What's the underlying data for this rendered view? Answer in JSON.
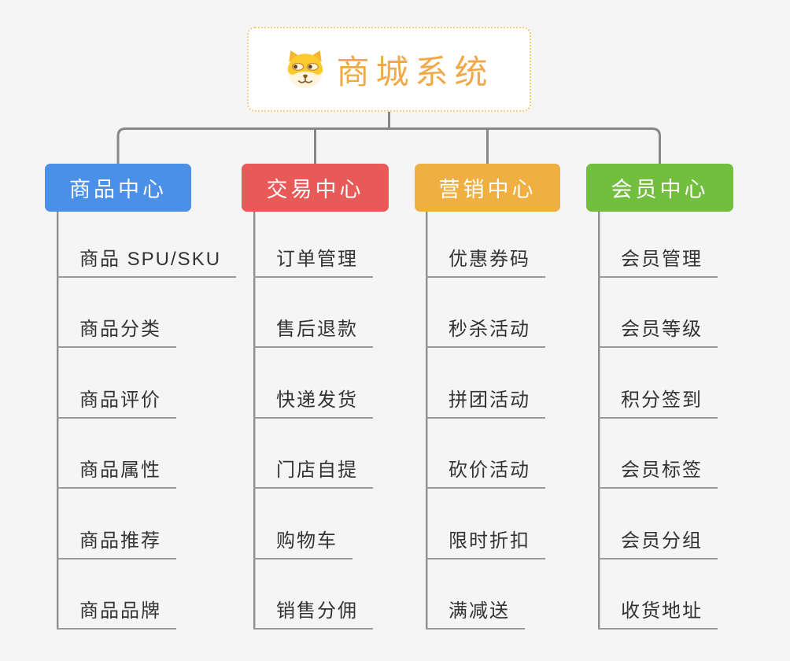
{
  "root": {
    "title": "商城系统",
    "icon": "shiba-dog-icon",
    "accent_color": "#F0A848",
    "border_color": "#F7CA7E"
  },
  "branches": [
    {
      "label": "商品中心",
      "color": "#4A90E8",
      "children": [
        "商品 SPU/SKU",
        "商品分类",
        "商品评价",
        "商品属性",
        "商品推荐",
        "商品品牌"
      ]
    },
    {
      "label": "交易中心",
      "color": "#E85A57",
      "children": [
        "订单管理",
        "售后退款",
        "快递发货",
        "门店自提",
        "购物车",
        "销售分佣"
      ]
    },
    {
      "label": "营销中心",
      "color": "#EFAF41",
      "children": [
        "优惠券码",
        "秒杀活动",
        "拼团活动",
        "砍价活动",
        "限时折扣",
        "满减送"
      ]
    },
    {
      "label": "会员中心",
      "color": "#72BF3F",
      "children": [
        "会员管理",
        "会员等级",
        "积分签到",
        "会员标签",
        "会员分组",
        "收货地址"
      ]
    }
  ],
  "colors": {
    "background": "#F5F5F5",
    "connector": "#878787",
    "leaf_underline": "#9A9A9A",
    "leaf_text": "#333333"
  }
}
